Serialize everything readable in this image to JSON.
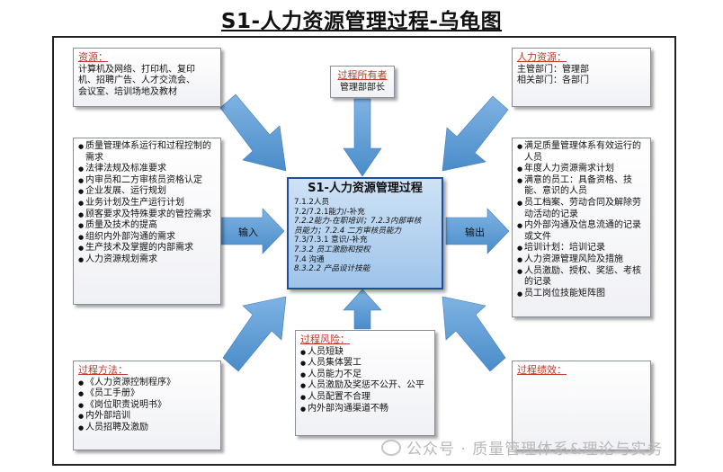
{
  "title": "S1-人力资源管理过程-乌龟图",
  "center": {
    "title": "S1-人力资源管理过程",
    "lines": [
      "7.1.2人员",
      "7.2/7.2.1能力/-补充",
      "7.2.2能力-在职培训；7.2.3内部审核",
      "员能力；7.2.4 二方审核员能力",
      "7.3/7.3.1 意识/-补充",
      "7.3.2 员工激励和授权",
      "7.4 沟通",
      "8.3.2.2 产品设计技能"
    ]
  },
  "resources": {
    "header": "资源：",
    "lines": [
      "计算机及网络、打印机、复印",
      "机、招聘广告、人才交流会、",
      "会议室、培训场地及教材"
    ]
  },
  "owner": {
    "header": "过程所有者",
    "lines": [
      "管理部部长"
    ]
  },
  "hr": {
    "header": "人力资源：",
    "lines": [
      "主管部门：管理部",
      "相关部门：各部门"
    ]
  },
  "inputs": {
    "items": [
      "质量管理体系运行和过程控制的需求",
      "法律法规及标准要求",
      "内审员和二方审核员资格认定",
      "企业发展、运行规划",
      "业务计划及生产运行计划",
      "顾客要求及特殊要求的管控需求",
      "质量及技术的提高",
      "组织内外部沟通的需求",
      "生产技术及掌握的内部需求",
      "人力资源规划需求"
    ]
  },
  "outputs": {
    "items": [
      "满足质量管理体系有效运行的人员",
      "年度人力资源需求计划",
      "满意的员工：具备资格、技能、意识的人员",
      "员工档案、劳动合同及解除劳动活动的记录",
      "内外部沟通及信息流通的记录或文件",
      "培训计划：培训记录",
      "人力资源管理风险及措施",
      "人员激励、授权、奖惩、考核的记录",
      "员工岗位技能矩阵图"
    ]
  },
  "input_label": "输入",
  "output_label": "输出",
  "methods": {
    "header": "过程方法：",
    "items": [
      "《人力资源控制程序》",
      "《员工手册》",
      "《岗位职责说明书》",
      "内外部培训",
      "人员招聘及激励"
    ]
  },
  "risks": {
    "header": "过程风险：",
    "items": [
      "人员短缺",
      "人员集体罢工",
      "人员能力不足",
      "人员激励及奖惩不公开、公平",
      "人员配置不合理",
      "内外部沟通渠道不畅"
    ]
  },
  "performance": {
    "header": "过程绩效："
  },
  "watermark": "公众号 · 质量管理体系&理论与实务",
  "colors": {
    "arrow": "#5a9bd5",
    "center_border": "#1f4e9e",
    "header": "#c0392b"
  }
}
